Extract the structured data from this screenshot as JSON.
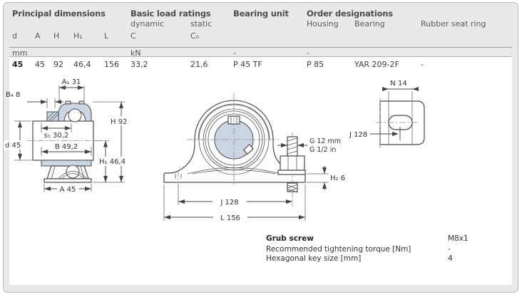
{
  "table": {
    "group_titles": {
      "principal": "Principal dimensions",
      "load": "Basic load ratings",
      "unit": "Bearing unit",
      "order": "Order designations"
    },
    "subheaders": {
      "dynamic": "dynamic",
      "static": "static",
      "housing": "Housing",
      "bearing": "Bearing",
      "rubber": "Rubber seat ring"
    },
    "symbols": {
      "d": "d",
      "A": "A",
      "H": "H",
      "H1": "H₁",
      "L": "L",
      "C": "C",
      "C0": "C₀"
    },
    "units": {
      "dim": "mm",
      "load": "kN",
      "unit": "-",
      "housing": "-"
    },
    "row": {
      "d": "45",
      "A": "45",
      "H": "92",
      "H1": "46,4",
      "L": "156",
      "C": "33,2",
      "C0": "21,6",
      "unit": "P 45 TF",
      "housing": "P 85",
      "bearing": "YAR 209-2F",
      "rubber": "-"
    }
  },
  "drawings": {
    "side": {
      "A1": "A₁ 31",
      "B4": "B₄ 8",
      "s1": "s₁ 30,2",
      "B": "B 49,2",
      "d": "d 45",
      "H": "H 92",
      "H1": "H₁ 46,4",
      "A": "A 45"
    },
    "front": {
      "G_mm": "G 12 mm",
      "G_in": "G 1/2 in",
      "H2": "H₂ 6",
      "J": "J 128",
      "L": "L 156"
    },
    "base": {
      "N": "N 14",
      "J": "J 128"
    }
  },
  "grub": {
    "title": "Grub screw",
    "title_value": "M8x1",
    "rows": [
      {
        "label": "Recommended tightening torque [Nm]",
        "value": "-"
      },
      {
        "label": "Hexagonal key size [mm]",
        "value": "4"
      }
    ]
  },
  "colors": {
    "accent_fill": "#ccd5e4",
    "panel_bg": "#e9e9e9",
    "rule": "#9a9a9a"
  }
}
